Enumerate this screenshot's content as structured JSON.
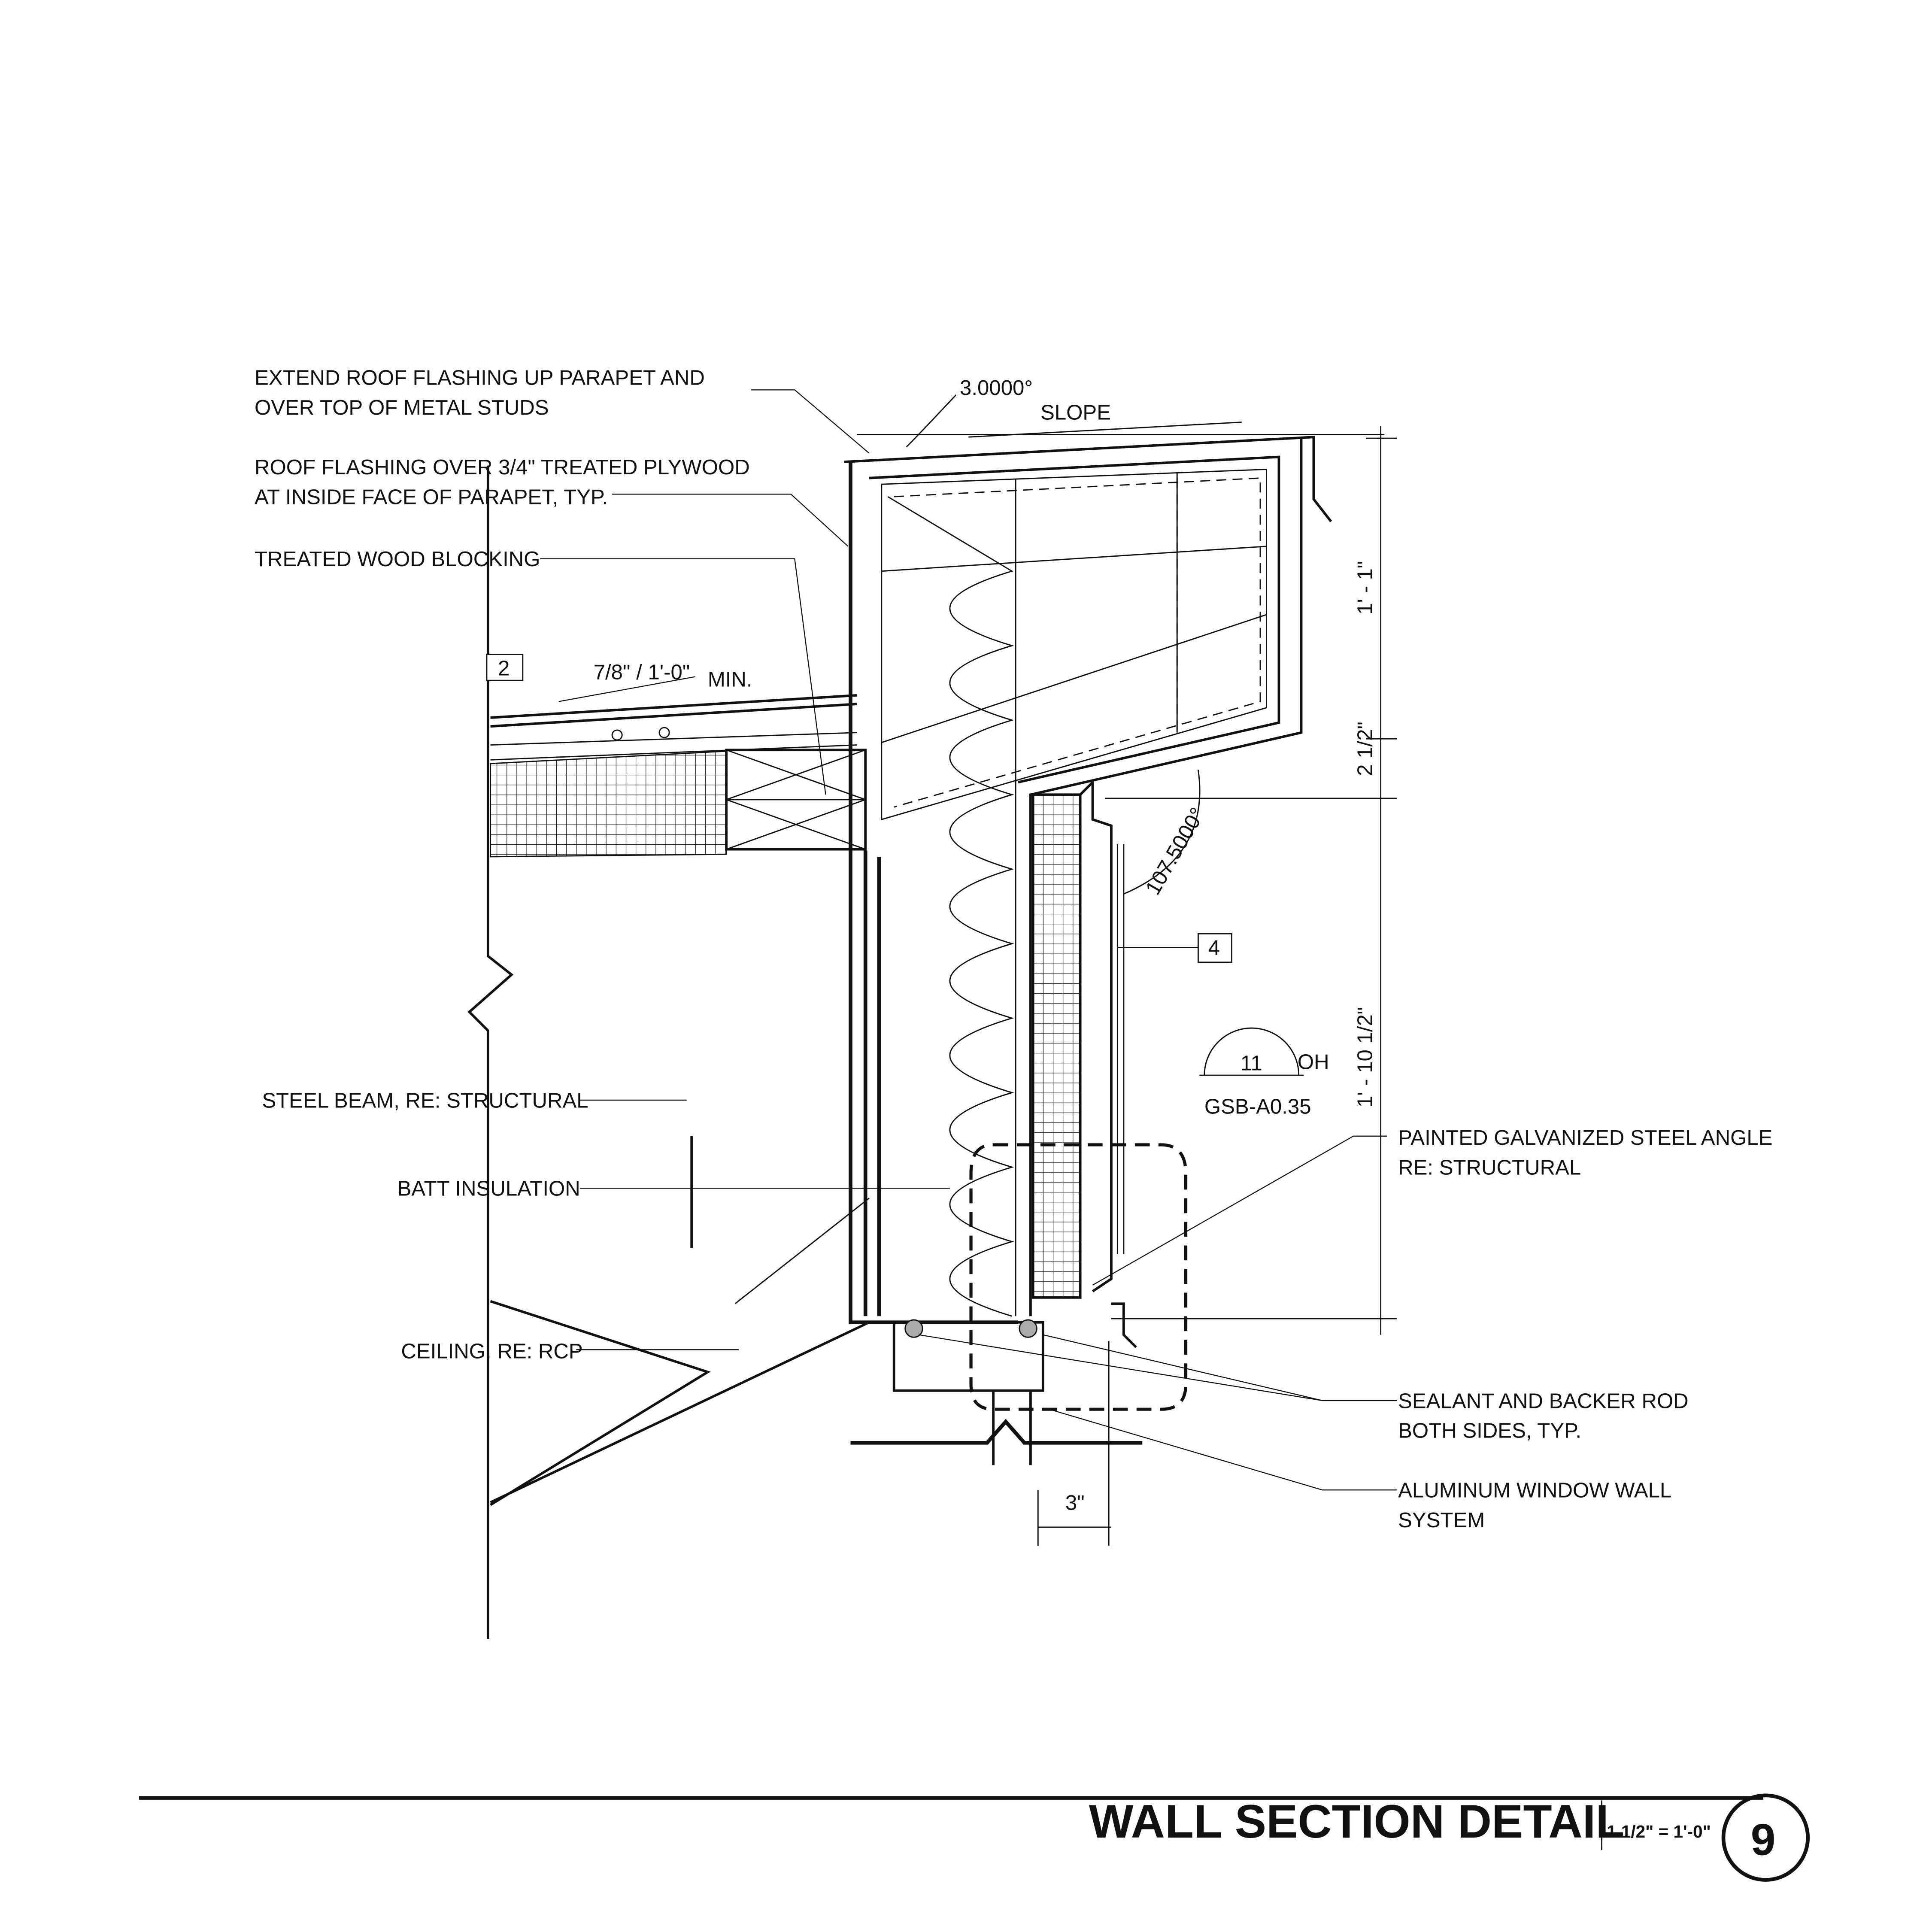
{
  "notes": {
    "extend_flashing": [
      "EXTEND ROOF FLASHING UP PARAPET AND",
      "OVER TOP OF METAL STUDS"
    ],
    "roof_flashing": [
      "ROOF FLASHING OVER 3/4\" TREATED PLYWOOD",
      "AT INSIDE FACE OF PARAPET, TYP."
    ],
    "wood_blocking": "TREATED WOOD BLOCKING",
    "steel_beam": "STEEL BEAM, RE: STRUCTURAL",
    "batt_insulation": "BATT INSULATION",
    "ceiling": "CEILING. RE: RCP",
    "steel_angle": [
      "PAINTED GALVANIZED STEEL ANGLE",
      "RE: STRUCTURAL"
    ],
    "sealant": [
      "SEALANT AND BACKER ROD",
      "BOTH SIDES, TYP."
    ],
    "window_wall": [
      "ALUMINUM WINDOW WALL",
      "SYSTEM"
    ]
  },
  "tags": {
    "roof_tag": "2",
    "panel_tag": "4"
  },
  "roof_slope": {
    "value": "7/8\" / 1'-0\"",
    "suffix": "MIN."
  },
  "angles": {
    "top": "3.0000°",
    "slope": "SLOPE",
    "soffit": "107.5000°"
  },
  "dimensions": {
    "d1": "1' - 1\"",
    "d2": "2 1/2\"",
    "d3": "1' - 10 1/2\"",
    "d4": "3\""
  },
  "callout": {
    "number": "11",
    "sheet": "GSB-A0.35",
    "suffix": "OH"
  },
  "title": {
    "text": "WALL SECTION DETAIL",
    "scale": "1 1/2\" = 1'-0\"",
    "number": "9"
  }
}
